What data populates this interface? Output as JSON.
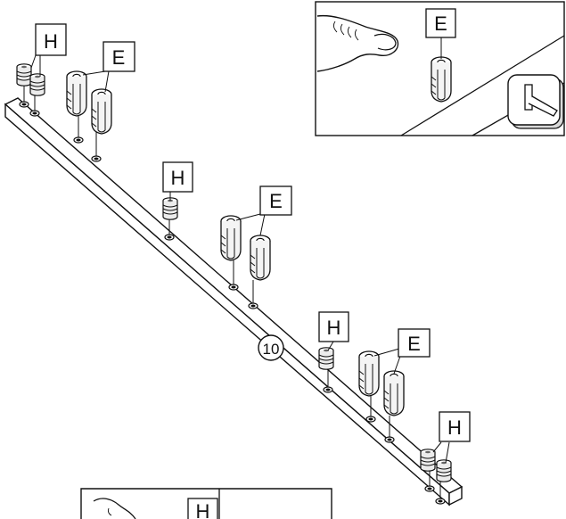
{
  "labels": {
    "dowel": "E",
    "cam": "H",
    "part_number": "10"
  },
  "colors": {
    "line": "#111111",
    "shade": "#d8d8d8",
    "background": "#ffffff"
  },
  "icons": [
    "finger-press-icon",
    "hammer-icon"
  ]
}
